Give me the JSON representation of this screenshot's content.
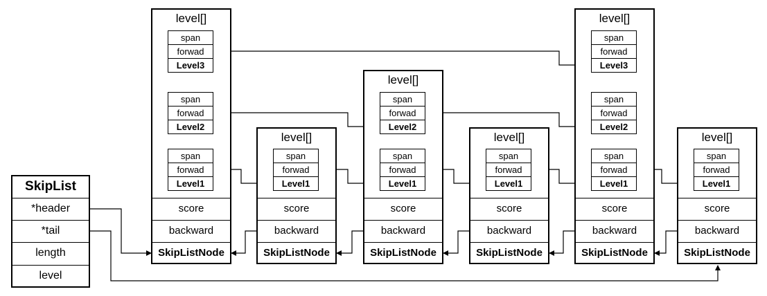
{
  "skiplist": {
    "title": "SkipList",
    "fields": [
      "*header",
      "*tail",
      "length",
      "level"
    ]
  },
  "node_labels": {
    "level_header": "level[]",
    "span": "span",
    "forward": "forwad",
    "score": "score",
    "backward": "backward",
    "node_name": "SkipListNode"
  },
  "nodes": [
    {
      "levels": [
        "Level3",
        "Level2",
        "Level1"
      ]
    },
    {
      "levels": [
        "Level1"
      ]
    },
    {
      "levels": [
        "Level2",
        "Level1"
      ]
    },
    {
      "levels": [
        "Level1"
      ]
    },
    {
      "levels": [
        "Level3",
        "Level2",
        "Level1"
      ]
    },
    {
      "levels": [
        "Level1"
      ]
    }
  ],
  "colors": {
    "stroke": "#000000",
    "background": "#ffffff"
  }
}
